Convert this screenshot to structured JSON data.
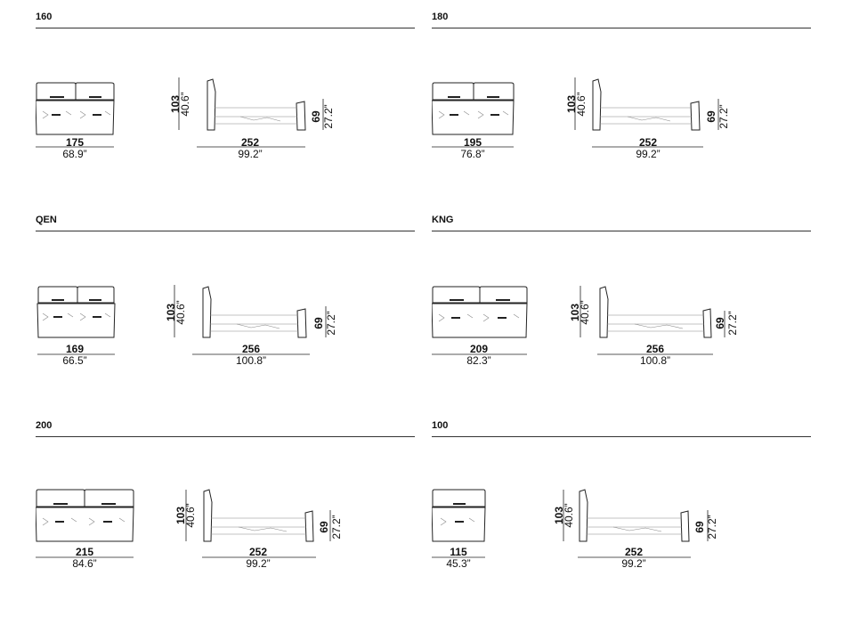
{
  "sections": [
    {
      "title": "160",
      "front_width_cm": "175",
      "front_width_in": "68.9”",
      "side_length_cm": "252",
      "side_length_in": "99.2”",
      "headboard_height_cm": "103",
      "headboard_height_in": "40.6”",
      "footboard_height_cm": "69",
      "footboard_height_in": "27.2”",
      "pillows": 2
    },
    {
      "title": "180",
      "front_width_cm": "195",
      "front_width_in": "76.8”",
      "side_length_cm": "252",
      "side_length_in": "99.2”",
      "headboard_height_cm": "103",
      "headboard_height_in": "40.6”",
      "footboard_height_cm": "69",
      "footboard_height_in": "27.2”",
      "pillows": 2
    },
    {
      "title": "QEN",
      "front_width_cm": "169",
      "front_width_in": "66.5”",
      "side_length_cm": "256",
      "side_length_in": "100.8”",
      "headboard_height_cm": "103",
      "headboard_height_in": "40.6”",
      "footboard_height_cm": "69",
      "footboard_height_in": "27.2”",
      "pillows": 2
    },
    {
      "title": "KNG",
      "front_width_cm": "209",
      "front_width_in": "82.3”",
      "side_length_cm": "256",
      "side_length_in": "100.8”",
      "headboard_height_cm": "103",
      "headboard_height_in": "40.6”",
      "footboard_height_cm": "69",
      "footboard_height_in": "27.2”",
      "pillows": 2
    },
    {
      "title": "200",
      "front_width_cm": "215",
      "front_width_in": "84.6”",
      "side_length_cm": "252",
      "side_length_in": "99.2”",
      "headboard_height_cm": "103",
      "headboard_height_in": "40.6”",
      "footboard_height_cm": "69",
      "footboard_height_in": "27.2”",
      "pillows": 2
    },
    {
      "title": "100",
      "front_width_cm": "115",
      "front_width_in": "45.3”",
      "side_length_cm": "252",
      "side_length_in": "99.2”",
      "headboard_height_cm": "103",
      "headboard_height_in": "40.6”",
      "footboard_height_cm": "69",
      "footboard_height_in": "27.2”",
      "pillows": 1
    }
  ]
}
